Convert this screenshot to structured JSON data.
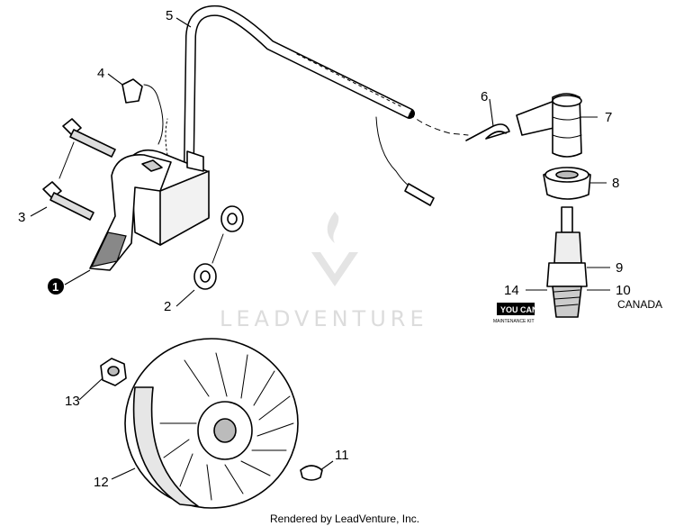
{
  "callouts": {
    "c1": "1",
    "c2": "2",
    "c3": "3",
    "c4": "4",
    "c5": "5",
    "c6": "6",
    "c7": "7",
    "c8": "8",
    "c9": "9",
    "c10": "10",
    "c11": "11",
    "c12": "12",
    "c13": "13",
    "c14": "14"
  },
  "region_note": "CANADA",
  "kit_logo": {
    "brand": "YOU CAN",
    "sub": "MAINTENANCE KIT"
  },
  "watermark": "LEADVENTURE",
  "footer": "Rendered by LeadVenture, Inc.",
  "colors": {
    "line": "#000000",
    "watermark": "#dcdcdc",
    "background": "#ffffff"
  }
}
